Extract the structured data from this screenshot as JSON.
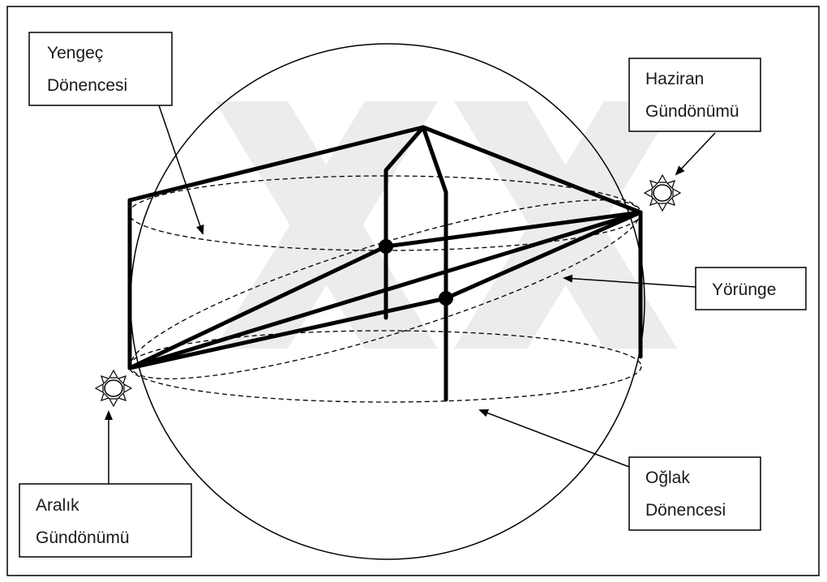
{
  "labels": {
    "yengec": [
      "Yengeç",
      "Dönencesi"
    ],
    "haziran": [
      "Haziran",
      "Gündönümü"
    ],
    "yorunge": [
      "Yörünge"
    ],
    "oglak": [
      "Oğlak",
      "Dönencesi"
    ],
    "aralik": [
      "Aralık",
      "Gündönümü"
    ]
  },
  "colors": {
    "line": "#000000",
    "watermark": "#ececec",
    "sun_fill": "#ffffff"
  },
  "icons": {
    "sun": "sun-icon",
    "watermark": "watermark-logo"
  }
}
